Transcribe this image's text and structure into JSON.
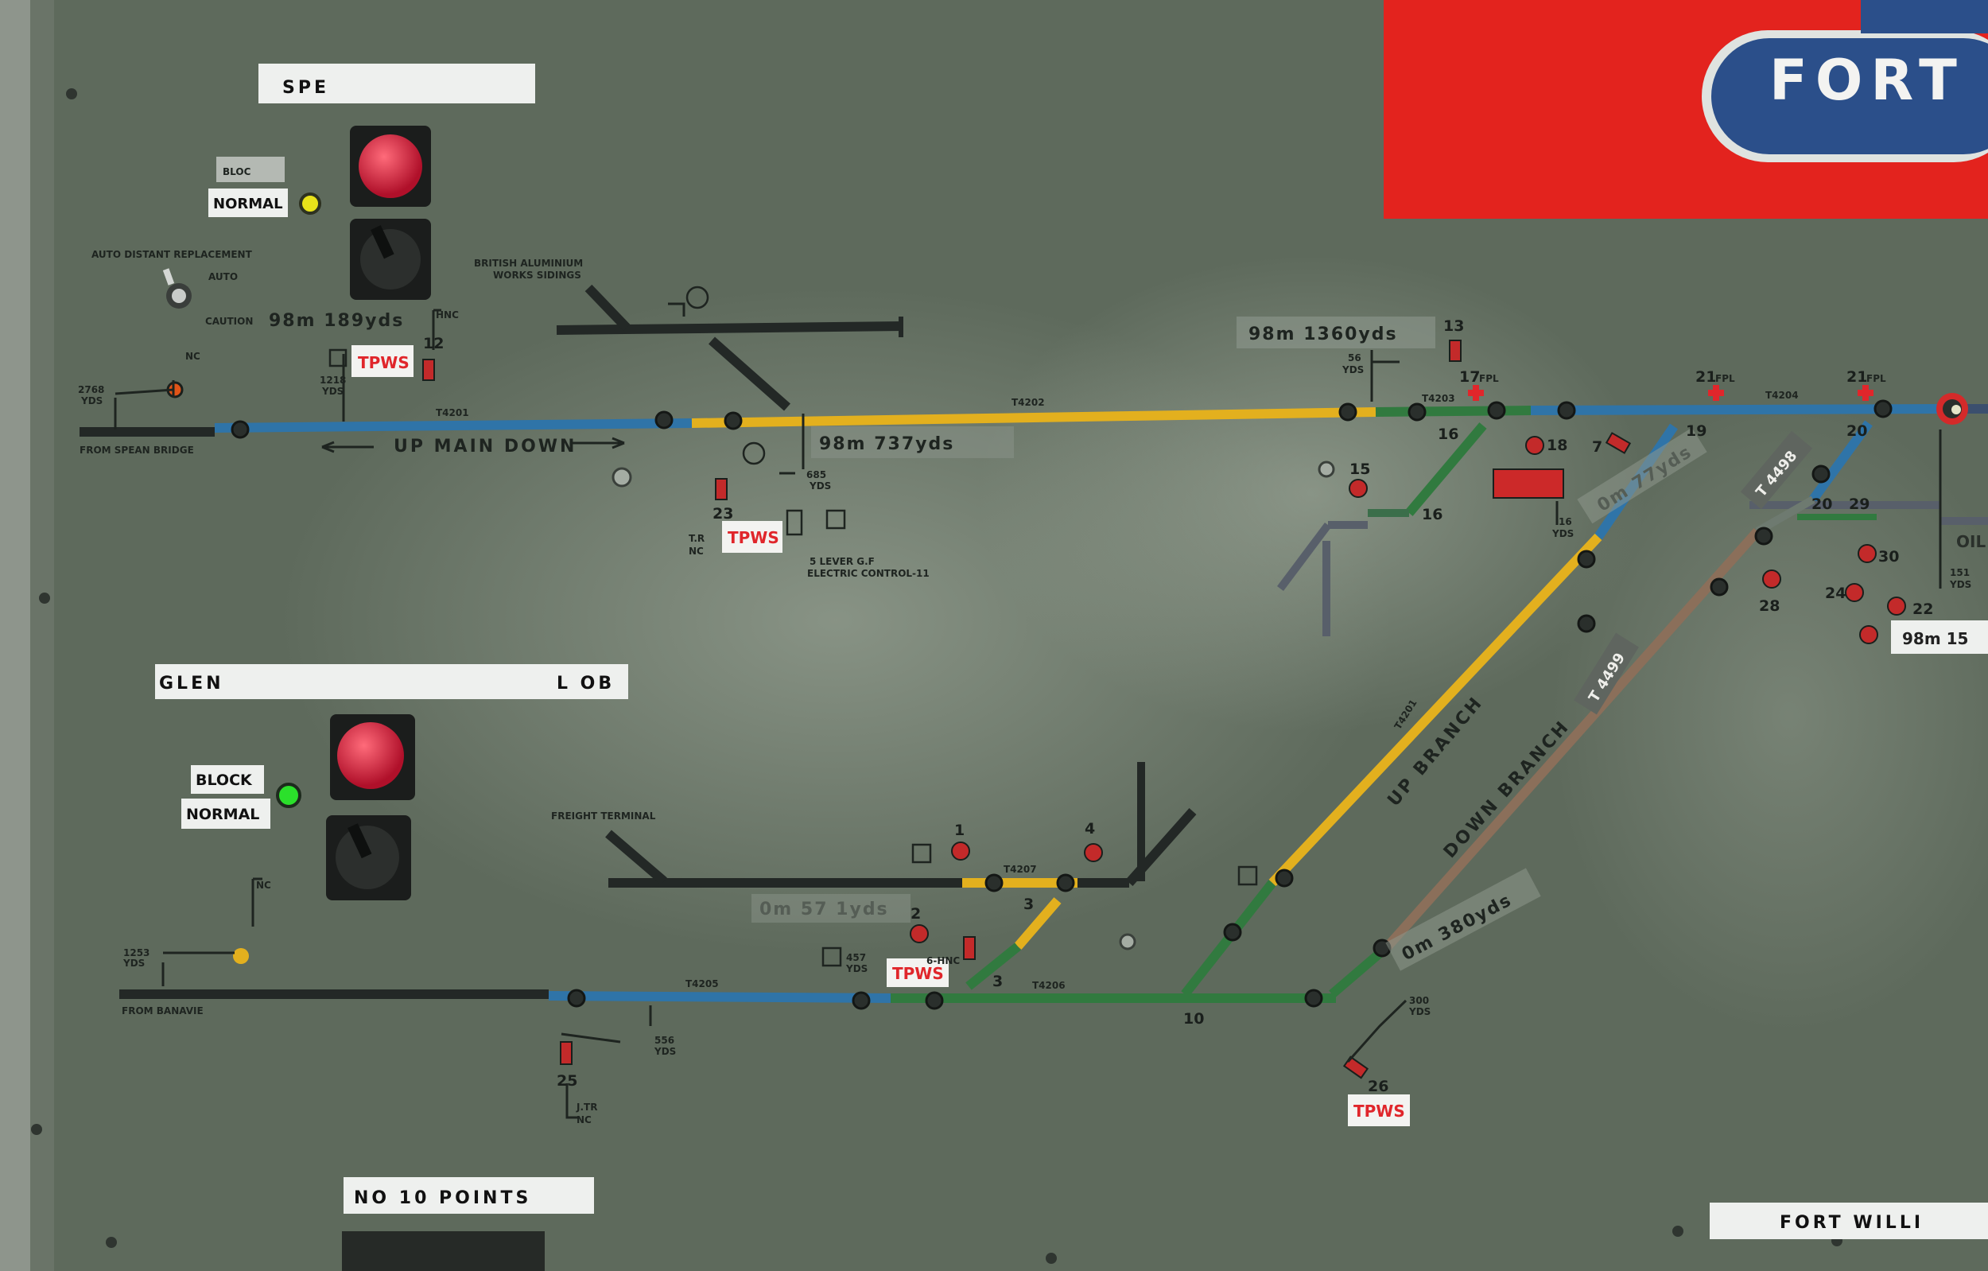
{
  "panel": {
    "station_board": {
      "text": "FORT W"
    },
    "plates": {
      "spean": "SPE",
      "glen": "GLEN",
      "glen_right": "L OB",
      "no10": "NO 10 POINTS",
      "fort_william": "FORT WILLI"
    },
    "controls": {
      "block_upper": "BLOC",
      "normal_upper": "NORMAL",
      "block_lower": "BLOCK",
      "normal_lower": "NORMAL",
      "auto_distant": "AUTO DISTANT REPLACEMENT",
      "auto": "AUTO",
      "caution": "CAUTION"
    },
    "locations": {
      "from_spean": "FROM SPEAN BRIDGE",
      "from_banavie": "FROM BANAVIE",
      "british_aluminium_1": "BRITISH ALUMINIUM",
      "british_aluminium_2": "WORKS SIDINGS",
      "freight_terminal": "FREIGHT TERMINAL",
      "up_main_down": "UP MAIN DOWN",
      "up_branch": "UP BRANCH",
      "down_branch": "DOWN BRANCH",
      "oil": "OIL",
      "lever_gf_1": "5 LEVER G.F",
      "lever_gf_2": "ELECTRIC CONTROL-11"
    },
    "track_circuits": {
      "t4201": "T4201",
      "t4202": "T4202",
      "t4203": "T4203",
      "t4204": "T4204",
      "t4205": "T4205",
      "t4206": "T4206",
      "t4207": "T4207",
      "t4498_a": "T 4498",
      "t4498_b": "T 4499",
      "t4201_faint": "T4201"
    },
    "distances": {
      "d1": "98m 189yds",
      "d2": "98m 1360yds",
      "d3": "98m 737yds",
      "d4": "0m 77yds",
      "d5": "0m 380yds",
      "d6": "0m 57 1yds",
      "d7": "98m 15"
    },
    "yard_marks": {
      "y2768": "2768",
      "y1218": "1218",
      "y56": "56",
      "y685": "685",
      "y16": "16",
      "y151": "151",
      "y1253": "1253",
      "y457": "457",
      "y556": "556",
      "y300": "300",
      "yds": "YDS"
    },
    "signal_numbers": {
      "s1": "1",
      "s2": "2",
      "s3": "3",
      "s3b": "3",
      "s4": "4",
      "s6": "6-HNC",
      "s7": "7",
      "s10": "10",
      "s12": "12",
      "s13": "13",
      "s15": "15",
      "s16": "16",
      "s16b": "16",
      "s17": "17",
      "fpl": "FPL",
      "s18": "18",
      "s19": "19",
      "s20": "20",
      "s20b": "20",
      "s21a": "21",
      "s21b": "21",
      "s22": "22",
      "s23": "23",
      "s24": "24",
      "s25": "25",
      "s26": "26",
      "s28": "28",
      "s29": "29",
      "s30": "30",
      "hnc": "HNC",
      "nc": "NC",
      "tr_nc_1": "T.R",
      "tr_nc_2": "NC",
      "jtr_1": "J.TR",
      "jtr_2": "NC"
    },
    "tpws": "TPWS"
  }
}
